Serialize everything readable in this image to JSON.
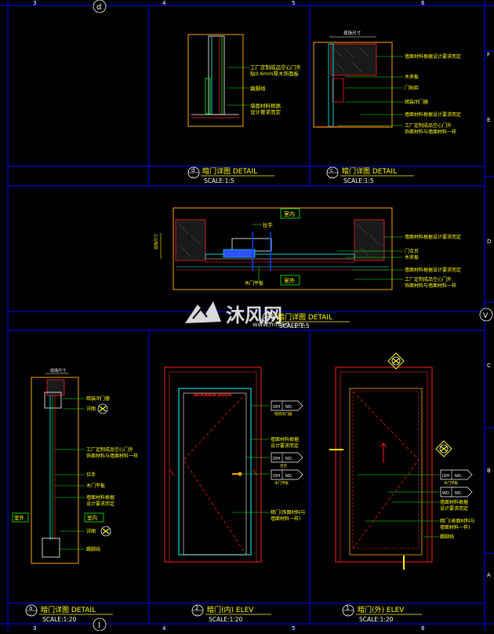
{
  "grid": {
    "top_numbers": [
      "3",
      "4",
      "5",
      "6"
    ],
    "bottom_numbers": [
      "3",
      "4",
      "5",
      "6"
    ],
    "right_letters": [
      "F",
      "E",
      "D",
      "C",
      "B",
      "A"
    ],
    "top_circle": "d",
    "bottom_circle": "l",
    "right_circle": "V"
  },
  "titles": {
    "d": {
      "mark": "d",
      "sub": "—",
      "title": "暗门详图 DETAIL",
      "scale": "SCALE:1:5"
    },
    "c": {
      "mark": "c",
      "sub": "—",
      "title": "暗门详图 DETAIL",
      "scale": "SCALE:1:5"
    },
    "b": {
      "mark": "b",
      "sub": "—",
      "title": "暗门详图 DETAIL",
      "scale": "SCALE:1:5"
    },
    "a": {
      "mark": "a",
      "sub": "—",
      "title": "暗门详图 DETAIL",
      "scale": "SCALE:1:20"
    },
    "e2": {
      "mark": "2",
      "sub": "—",
      "title": "暗门(内) ELEV",
      "scale": "SCALE:1:20"
    },
    "e1": {
      "mark": "1",
      "sub": "—",
      "title": "暗门(外) ELEV",
      "scale": "SCALE:1:20"
    }
  },
  "detail_d": {
    "notes": [
      "工厂定制成品空心门外",
      "贴0.6mm厚木饰面板",
      "踢脚线",
      "墙面材料根据",
      "设计要求而定"
    ]
  },
  "detail_c": {
    "dim": "现场尺寸",
    "notes": [
      "墙面材料根据设计要求而定",
      "木夹板",
      "门贴脸",
      "暗装闭门器",
      "墙面材料根据设计要求而定",
      "工厂定制成品空心门外",
      "饰面材料与墙面材料一样"
    ]
  },
  "detail_b": {
    "room_in": "室内",
    "room_out": "室外",
    "dim": "现场尺寸",
    "pull": "拉手",
    "wood_frame": "木门平板",
    "notes": [
      "墙面材料根据设计要求而定",
      "门合页",
      "木夹板",
      "墙面材料根据设计要求而定",
      "工厂定制成品空心门外",
      "饰面材料与墙面材料一样"
    ]
  },
  "detail_a": {
    "dim": "现场尺寸",
    "room_out": "室外",
    "room_in": "室内",
    "notes": [
      "暗装闭门器",
      "详图",
      "工厂定制成品空心门外",
      "饰面材料与墙面材料一样",
      "拉手",
      "木门平板",
      "墙面材料根据",
      "设计要求而定",
      "详图",
      "踢脚线"
    ]
  },
  "elev_in": {
    "header": "WOODEN DOOR",
    "tag1": {
      "left": "IDH",
      "right": "NO.",
      "cap": "暗装闭门器"
    },
    "tag2": {
      "left": "IDH",
      "right": "NO.",
      "cap": "合页"
    },
    "tag3": {
      "left": "IDH",
      "right": "NO.",
      "cap": "木门平板"
    },
    "notes": [
      "墙面材料根据",
      "设计要求而定",
      "暗门(饰面材料与",
      "墙面材料一样)"
    ]
  },
  "elev_out": {
    "tag1": {
      "left": "IDH",
      "right": "NO.",
      "cap": "木门平板"
    },
    "tag2": {
      "left": "WD",
      "right": "NO."
    },
    "notes": [
      "墙面材料根据",
      "设计要求而定",
      "暗门(表面材料与",
      "墙面材料一样)",
      "踢脚线"
    ]
  },
  "watermark": {
    "brand": "沐风网",
    "url": "www.mfcad.com"
  },
  "colors": {
    "bg": "#000000",
    "grid": "#0000ff",
    "frame": "#ffa500",
    "red": "#ff2020",
    "cyan": "#00ffff",
    "green": "#00ff00",
    "yellow": "#ffff00",
    "white": "#ffffff",
    "magenta": "#ff00ff"
  }
}
